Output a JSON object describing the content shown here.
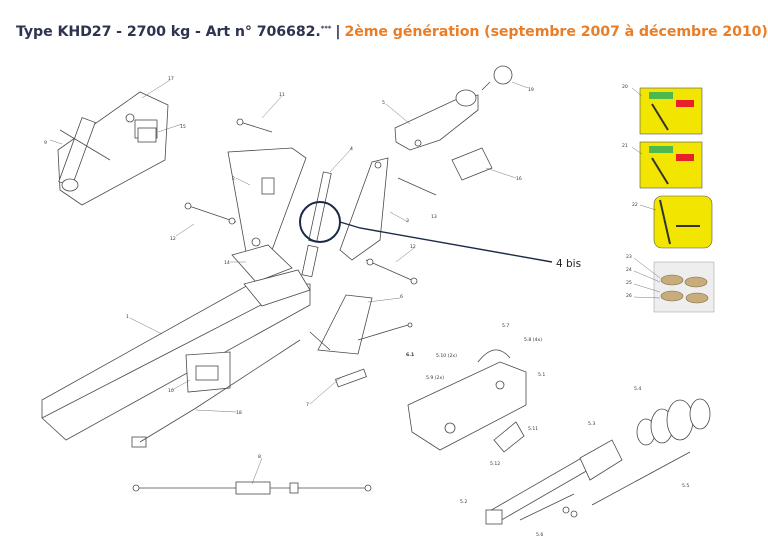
{
  "header": {
    "title_main": "Type KHD27 - 2700 kg - Art n° 706682.",
    "title_stars": "***",
    "separator": "|",
    "title_generation": "2ème génération (septembre 2007 à décembre 2010)"
  },
  "callout": {
    "text": "4 bis"
  },
  "part_numbers": [
    "1",
    "2",
    "3",
    "4",
    "5",
    "6",
    "6.1",
    "7",
    "8",
    "9",
    "10",
    "11",
    "12",
    "12",
    "13",
    "14",
    "15",
    "16",
    "17",
    "18",
    "19",
    "20",
    "21",
    "22",
    "23",
    "24",
    "25",
    "26",
    "5.1",
    "5.2",
    "5.3",
    "5.4",
    "5.5",
    "5.6",
    "5.7",
    "5.8 (4x)",
    "5.9 (2x)",
    "5.10 (2x)",
    "5.11",
    "5.12"
  ],
  "colors": {
    "title_dark": "#2e3350",
    "title_orange": "#ea7d25",
    "label_yellow": "#f2e500",
    "callout_line": "#1c2a4a"
  }
}
